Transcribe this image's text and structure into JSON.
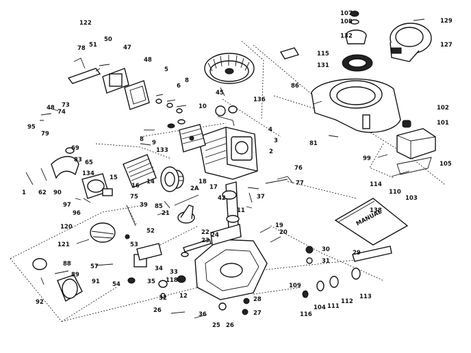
{
  "diagram": {
    "part_labels": [
      "122",
      "50",
      "51",
      "78",
      "47",
      "48",
      "5",
      "6",
      "8",
      "10",
      "45",
      "136",
      "4",
      "2",
      "3",
      "107",
      "108",
      "129",
      "132",
      "127",
      "115",
      "131",
      "86",
      "102",
      "101",
      "81",
      "99",
      "105",
      "73",
      "74",
      "48",
      "95",
      "79",
      "69",
      "83",
      "134",
      "90",
      "96",
      "15",
      "16",
      "14",
      "133",
      "9",
      "8",
      "97",
      "85",
      "76",
      "77",
      "17",
      "18",
      "2A",
      "42",
      "75",
      "39",
      "37",
      "21",
      "19",
      "11",
      "20",
      "120",
      "22",
      "23",
      "24",
      "121",
      "88",
      "57",
      "53",
      "52",
      "89",
      "91",
      "92",
      "54",
      "34",
      "35",
      "33",
      "32",
      "118",
      "26",
      "36",
      "12",
      "25",
      "26",
      "27",
      "28",
      "30",
      "31",
      "29",
      "109",
      "116",
      "104",
      "111",
      "112",
      "113",
      "110",
      "103",
      "114",
      "138",
      "1",
      "62",
      "65",
      "134"
    ],
    "manual_label": "MANUAL"
  }
}
